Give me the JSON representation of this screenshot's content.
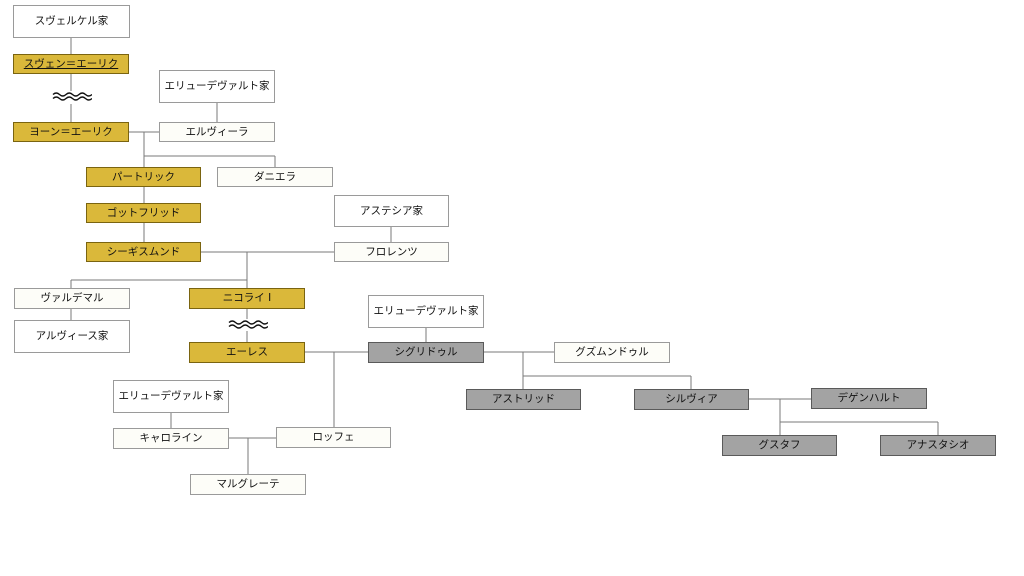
{
  "tree": {
    "svelker_house": "スヴェルケル家",
    "sven_erik": "スヴェン＝エーリク",
    "johan_erik": "ヨーン＝エーリク",
    "eleuderval_house_1": "エリューデヴァルト家",
    "elvira": "エルヴィーラ",
    "patrick": "パートリック",
    "daniela": "ダニエラ",
    "gottfried": "ゴットフリッド",
    "astesia_house": "アステシア家",
    "sigismund": "シーギスムンド",
    "florence": "フロレンツ",
    "valdemar": "ヴァルデマル",
    "nicolai": "ニコライ I",
    "alvis_house": "アルヴィース家",
    "eleuderval_house_2": "エリューデヴァルト家",
    "eres": "エーレス",
    "sigridur": "シグリドゥル",
    "gudmundur": "グズムンドゥル",
    "eleuderval_house_3": "エリューデヴァルト家",
    "astrid": "アストリッド",
    "silvia": "シルヴィア",
    "degenhard": "デゲンハルト",
    "caroline": "キャロライン",
    "loffe": "ロッフェ",
    "gustaf": "グスタフ",
    "anastasio": "アナスタシオ",
    "margrete": "マルグレーテ"
  },
  "colors": {
    "gold": "#dab83a",
    "gray": "#a3a3a3",
    "line": "#7a7a7a"
  }
}
